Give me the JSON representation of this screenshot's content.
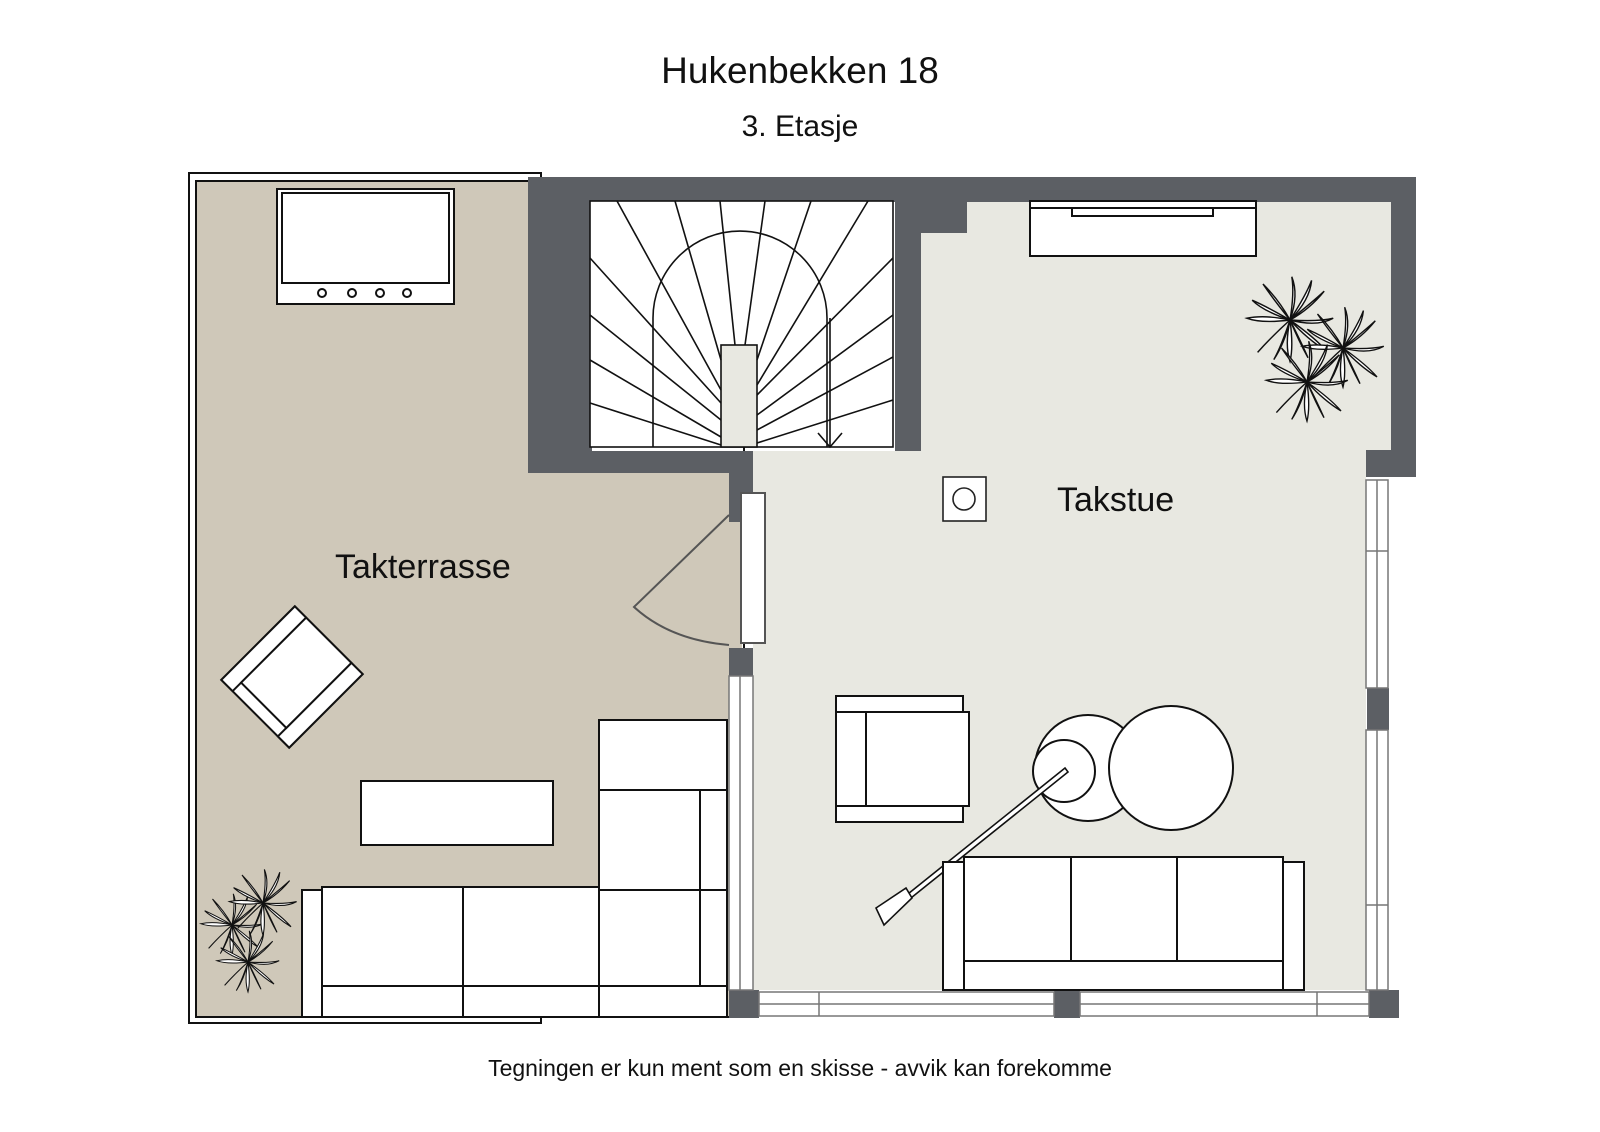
{
  "header": {
    "title": "Hukenbekken 18",
    "subtitle": "3. Etasje"
  },
  "rooms": [
    {
      "name": "Takterrasse",
      "floor_color": "#CFC8B9"
    },
    {
      "name": "Takstue",
      "floor_color": "#E8E8E1"
    }
  ],
  "colors": {
    "wall": "#5C5F64",
    "furniture_fill": "#FFFFFF",
    "outline": "#111111",
    "background": "#FFFFFF"
  },
  "elements": {
    "staircase": "spiral-staircase-icon",
    "stair_direction": "arrow-down-icon",
    "hot_tub": "hot-tub-icon",
    "plants": [
      "plant-icon",
      "plant-icon"
    ],
    "door": "swing-door-icon",
    "fireplace": "stove-icon",
    "tv_bench": "sideboard-icon",
    "armchairs": [
      "armchair-icon",
      "armchair-icon"
    ],
    "sofas": [
      "corner-sofa-icon",
      "sofa-icon"
    ],
    "coffee_table": "table-icon",
    "round_tables": [
      "round-table-icon",
      "round-table-icon"
    ],
    "floor_lamp": "floor-lamp-icon"
  },
  "footer": {
    "disclaimer": "Tegningen er kun ment som en skisse - avvik kan forekomme"
  }
}
